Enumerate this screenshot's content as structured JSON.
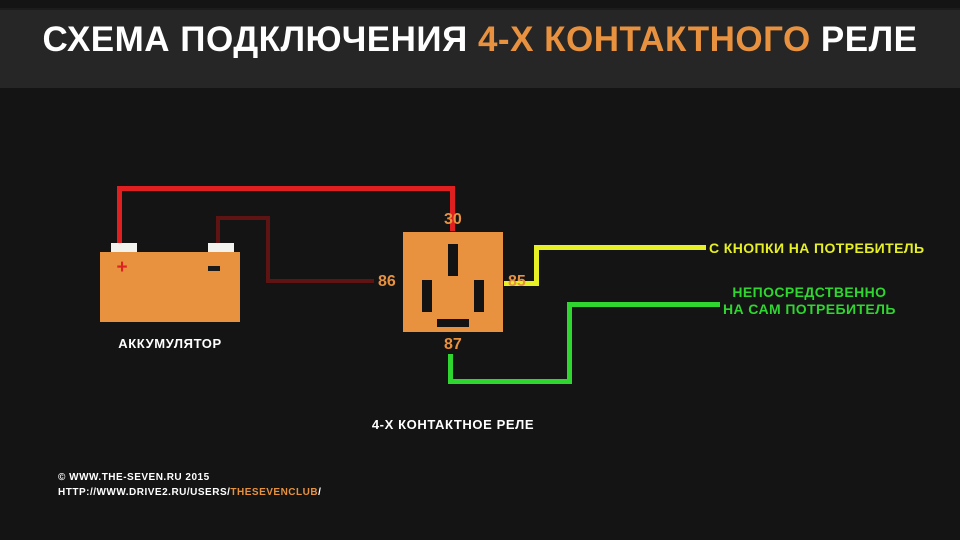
{
  "header": {
    "title_main": "СХЕМА ПОДКЛЮЧЕНИЯ ",
    "title_accent": "4-Х КОНТАКТНОГО ",
    "title_tail": "РЕЛЕ",
    "accent_color": "#E8913F"
  },
  "battery": {
    "caption": "АККУМУЛЯТОР",
    "plus_symbol": "+",
    "body_color": "#E8913F"
  },
  "relay": {
    "caption": "4-Х КОНТАКТНОЕ РЕЛЕ",
    "body_color": "#E8913F",
    "terminals": {
      "t30": "30",
      "t86": "86",
      "t85": "85",
      "t87": "87"
    }
  },
  "wires": {
    "red_color": "#e02020",
    "maroon_color": "#5d1412",
    "yellow_color": "#e6f024",
    "green_color": "#2fd62f"
  },
  "labels": {
    "from_button_to_load": "С КНОПКИ НА ПОТРЕБИТЕЛЬ",
    "direct_line1": "НЕПОСРЕДСТВЕННО",
    "direct_line2": "НА САМ ПОТРЕБИТЕЛЬ"
  },
  "footer": {
    "line1": "© WWW.THE-SEVEN.RU  2015",
    "line2_prefix": "HTTP://WWW.DRIVE2.RU/USERS/",
    "line2_accent": "THESEVENCLUB",
    "line2_suffix": "/"
  }
}
